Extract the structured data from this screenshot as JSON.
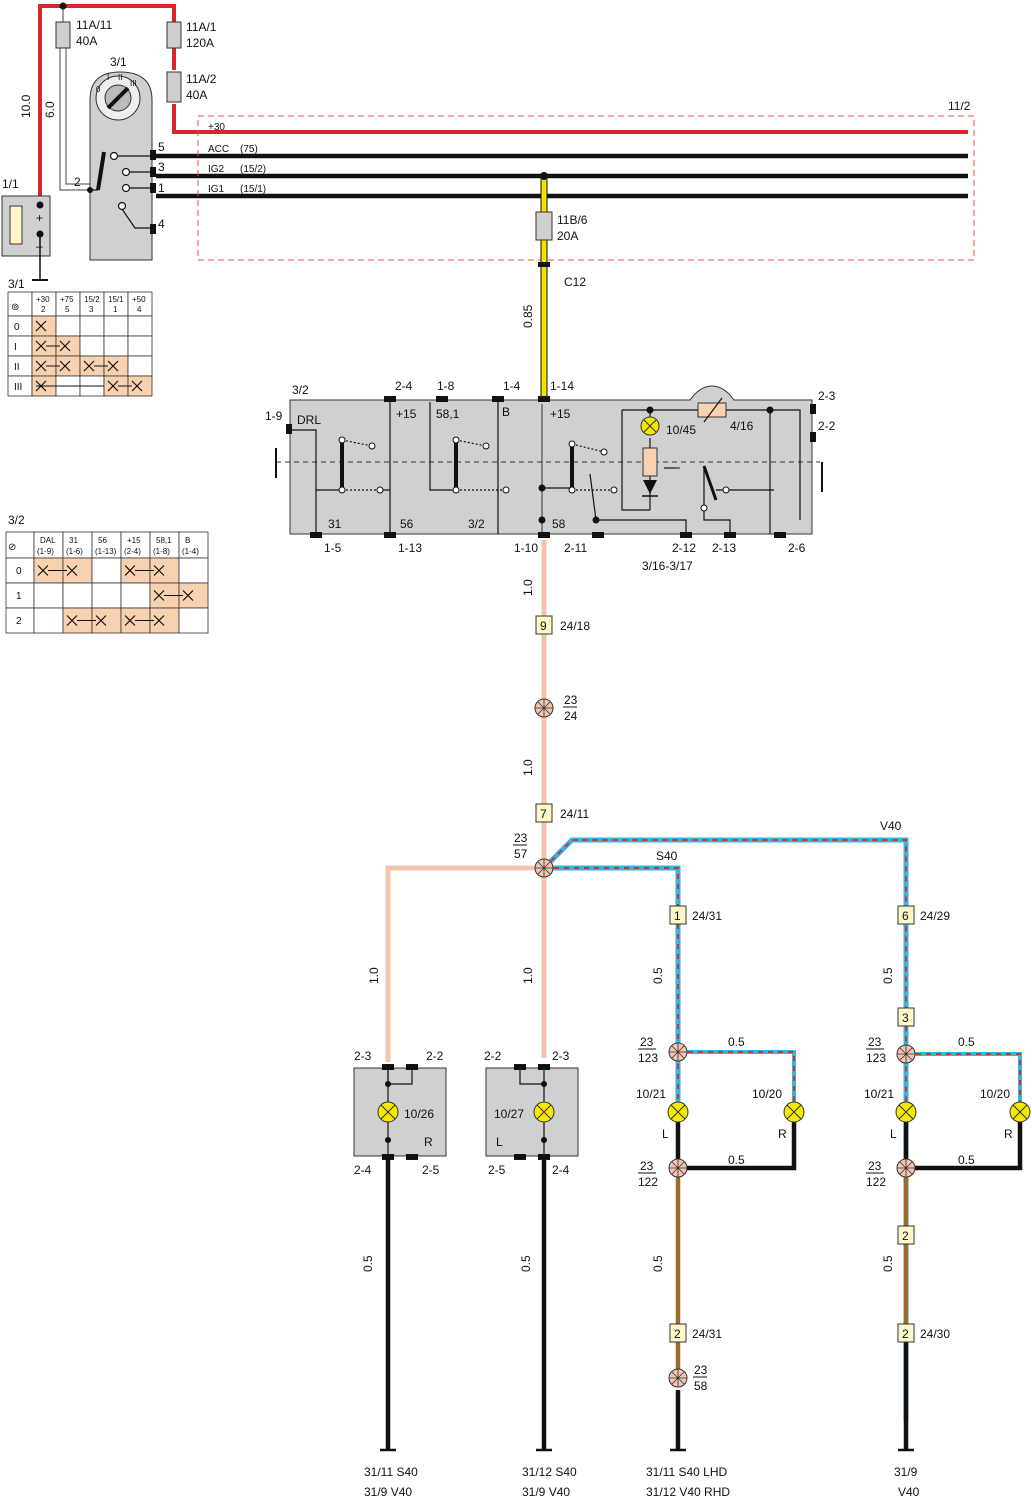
{
  "fuses": {
    "f1": {
      "id": "11A/11",
      "rating": "40A"
    },
    "f2": {
      "id": "11A/1",
      "rating": "120A"
    },
    "f3": {
      "id": "11A/2",
      "rating": "40A"
    },
    "f4": {
      "id": "11B/6",
      "rating": "20A"
    }
  },
  "components": {
    "battery": "1/1",
    "ignition_switch": "3/1",
    "light_switch": "3/2",
    "light_switch_inner": "3/2",
    "module": "11/2",
    "pin_2": "2",
    "lamp_1045": "10/45",
    "rheostat": "4/16",
    "light_switch_ref": "3/16-3/17",
    "lamp_1026": "10/26",
    "lamp_1027": "10/27",
    "lamp_1021": "10/21",
    "lamp_1020": "10/20"
  },
  "bus": {
    "p30": "+30",
    "acc": "ACC",
    "acc_code": "(75)",
    "ig2": "IG2",
    "ig2_code": "(15/2)",
    "ig1": "IG1",
    "ig1_code": "(15/1)"
  },
  "ign_pins": {
    "p5": "5",
    "p3": "3",
    "p1": "1",
    "p4": "4",
    "p2": "2"
  },
  "wire_sizes": {
    "w10": "10.0",
    "w6": "6.0",
    "w085": "0.85",
    "w10b": "1.0",
    "w05": "0.5"
  },
  "connector_c12": "C12",
  "ls_pins": {
    "p19": "1-9",
    "p24": "2-4",
    "p18": "1-8",
    "p14": "1-4",
    "p114": "1-14",
    "p23": "2-3",
    "p22": "2-2",
    "p15": "1-5",
    "p113": "1-13",
    "p110": "1-10",
    "p211": "2-11",
    "p212": "2-12",
    "p213": "2-13",
    "p26": "2-6"
  },
  "ls_inner": {
    "drl": "DRL",
    "p15": "+15",
    "p581": "58,1",
    "b": "B",
    "p15b": "+15",
    "t31": "31",
    "t56": "56",
    "t58": "58"
  },
  "ign_table": {
    "headers": [
      "+30",
      "+75",
      "15/2",
      "15/1",
      "+50"
    ],
    "subheaders": [
      "2",
      "5",
      "3",
      "1",
      "4"
    ],
    "rows": [
      "0",
      "I",
      "II",
      "III"
    ]
  },
  "light_table": {
    "headers": [
      "DAL",
      "31",
      "56",
      "+15",
      "58,1",
      "B"
    ],
    "subheaders": [
      "(1-9)",
      "(1-6)",
      "(1-13)",
      "(2-4)",
      "(1-8)",
      "(1-4)"
    ],
    "rows": [
      "0",
      "1",
      "2"
    ]
  },
  "path_labels": {
    "c9": "9",
    "c9ref": "24/18",
    "sp1a": "23",
    "sp1b": "24",
    "c7": "7",
    "c7ref": "24/11",
    "sp2a": "23",
    "sp2b": "57",
    "v40": "V40",
    "s40": "S40",
    "c1": "1",
    "c1ref": "24/31",
    "c6": "6",
    "c6ref": "24/29",
    "c3": "3",
    "sp3a": "23",
    "sp3b": "123",
    "sp4a": "23",
    "sp4b": "123",
    "sp5a": "23",
    "sp5b": "122",
    "sp6a": "23",
    "sp6b": "122",
    "c2a": "2",
    "c2b": "2",
    "c2bref": "24/31",
    "c2c": "2",
    "c2cref": "24/30",
    "sp7a": "23",
    "sp7b": "58",
    "L": "L",
    "R": "R"
  },
  "lamp_pins": {
    "p23": "2-3",
    "p22": "2-2",
    "p24": "2-4",
    "p25": "2-5"
  },
  "grounds": {
    "g1a": "31/11 S40",
    "g1b": "31/9 V40",
    "g2a": "31/12 S40",
    "g2b": "31/9 V40",
    "g3a": "31/11 S40 LHD",
    "g3b": "31/12 V40 RHD",
    "g4a": "31/9",
    "g4b": "V40"
  },
  "colors": {
    "red": "#d9262c",
    "yellow": "#f2e200",
    "pink": "#f5c4b0",
    "blue": "#35b5e0",
    "brown": "#9b6a2c",
    "black": "#111111"
  }
}
